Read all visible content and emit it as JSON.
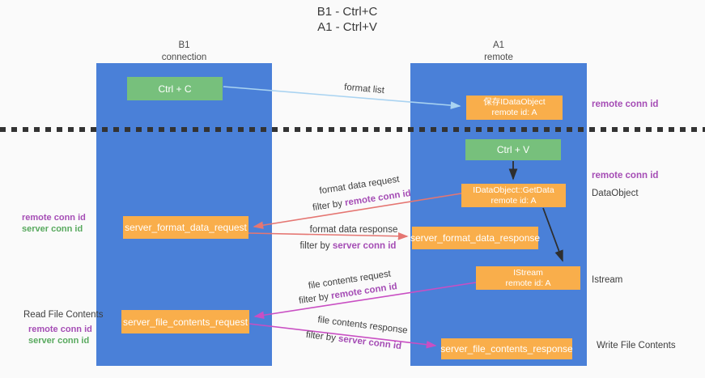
{
  "title": {
    "line1": "B1 - Ctrl+C",
    "line2": "A1 - Ctrl+V"
  },
  "columns": {
    "left": {
      "name": "B1",
      "subtitle": "connection"
    },
    "right": {
      "name": "A1",
      "subtitle": "remote"
    }
  },
  "nodes": {
    "ctrl_c": "Ctrl + C",
    "ctrl_v": "Ctrl + V",
    "save_dataobject": {
      "line1": "保存IDataObject",
      "line2": "remote id: A"
    },
    "getdata": {
      "line1": "IDataObject::GetData",
      "line2": "remote id: A"
    },
    "istream": {
      "line1": "IStream",
      "line2": "remote id: A"
    },
    "server_format_data_request": "server_format_data_request",
    "server_format_data_response": "server_format_data_response",
    "server_file_contents_request": "server_file_contents_request",
    "server_file_contents_response": "server_file_contents_response"
  },
  "labels": {
    "format_list": "format list",
    "format_data_request": "format data request",
    "format_data_response": "format data response",
    "file_contents_request": "file contents request",
    "file_contents_response": "file contents response",
    "filter_by": "filter by ",
    "remote_conn_id": "remote conn id",
    "server_conn_id": "server conn id",
    "dataobject": "DataObject",
    "istream": "Istream",
    "read_file_contents": "Read File Contents",
    "write_file_contents": "Write File Contents"
  },
  "colors": {
    "background": "#fafafa",
    "column_blue": "#4a80d8",
    "node_green": "#77c07c",
    "node_orange": "#f9ae4b",
    "arrow_blue": "#a9d3f1",
    "arrow_black": "#2e2e2e",
    "arrow_red": "#e57672",
    "arrow_magenta": "#c94fc3",
    "text_purple": "#a54db5",
    "text_green": "#58a95e"
  }
}
